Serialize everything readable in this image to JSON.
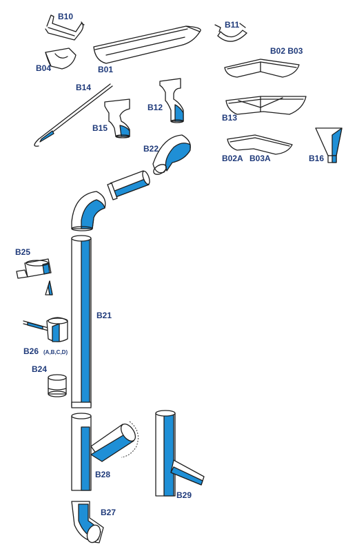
{
  "labels": {
    "b10": "B10",
    "b11": "B11",
    "b04": "B04",
    "b01": "B01",
    "b02_b03": "B02 B03",
    "b14": "B14",
    "b12": "B12",
    "b15": "B15",
    "b13": "B13",
    "b22": "B22",
    "b02a": "B02A",
    "b03a": "B03A",
    "b16": "B16",
    "b25": "B25",
    "b21": "B21",
    "b26": "B26",
    "b26_suffix": "(A,B,C,D)",
    "b24": "B24",
    "b28": "B28",
    "b29": "B29",
    "b27": "B27"
  },
  "colors": {
    "accent_blue": "#1f8fd6",
    "label_navy": "#1f3a7a",
    "outline": "#1d1d1d"
  }
}
